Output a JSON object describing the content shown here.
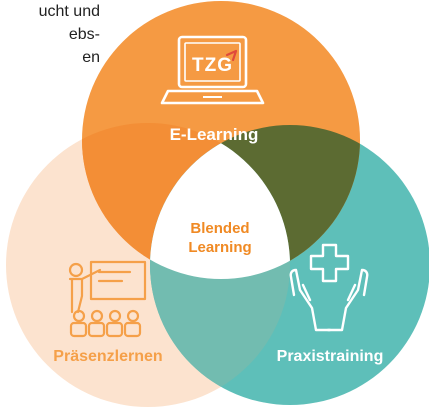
{
  "intro_text": {
    "line1": "ucht und",
    "line2": "ebs-",
    "line3": "en"
  },
  "diagram": {
    "top": {
      "label": "E-Learning",
      "logo_text": "TZG",
      "icon": "laptop-icon",
      "color": "#F59A43"
    },
    "left": {
      "label": "Präsenzlernen",
      "icon": "teacher-classroom-icon",
      "color": "#FCE3CF",
      "text_color": "#F5A049"
    },
    "right": {
      "label": "Praxistraining",
      "icon": "hands-medical-cross-icon",
      "color": "#5EBFB9"
    },
    "center": {
      "line1": "Blended",
      "line2": "Learning",
      "text_color": "#F08A24"
    },
    "overlap_colors": {
      "top_left": "#F38E36",
      "top_right": "#5C6B32",
      "left_right": "#72BCB0"
    }
  }
}
